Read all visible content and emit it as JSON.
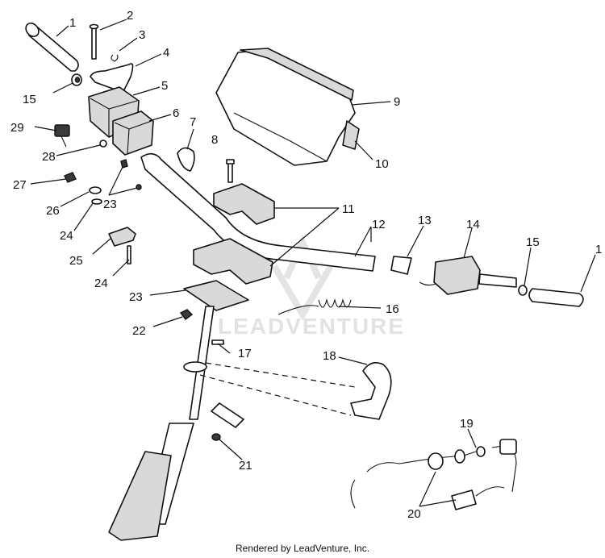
{
  "diagram": {
    "part_numbers": [
      "1",
      "2",
      "3",
      "4",
      "5",
      "6",
      "7",
      "8",
      "9",
      "10",
      "11",
      "12",
      "13",
      "14",
      "15",
      "1",
      "15",
      "29",
      "28",
      "27",
      "26",
      "23",
      "24",
      "25",
      "24",
      "23",
      "22",
      "17",
      "16",
      "18",
      "21",
      "19",
      "20"
    ],
    "watermark": "LEADVENTURE",
    "footer": "Rendered by LeadVenture, Inc."
  }
}
